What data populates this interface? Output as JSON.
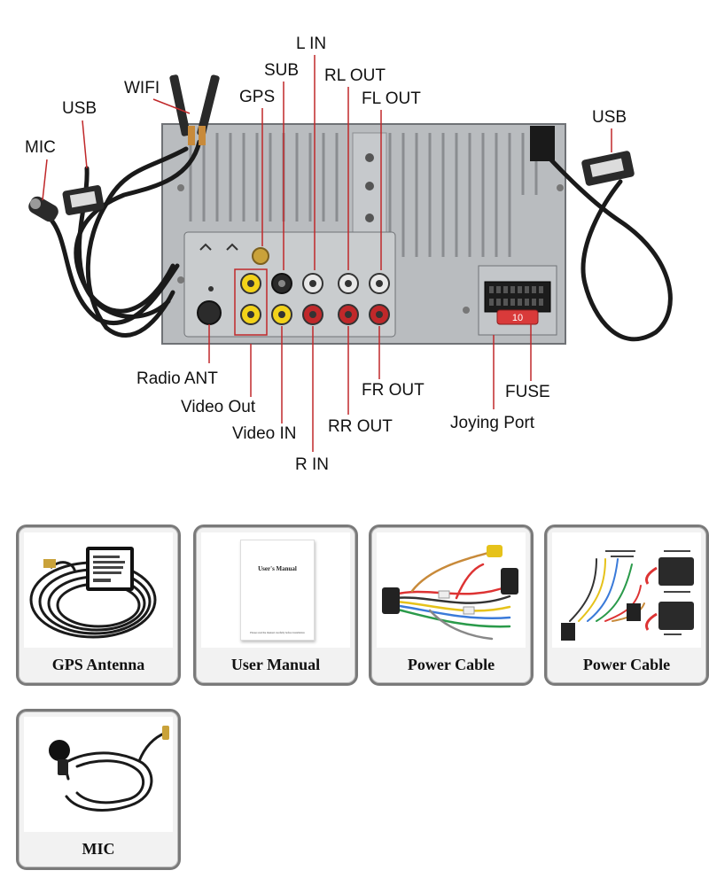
{
  "diagram_labels": {
    "l_in": "L IN",
    "sub": "SUB",
    "rl_out": "RL OUT",
    "wifi": "WIFI",
    "gps": "GPS",
    "fl_out": "FL OUT",
    "usb_left": "USB",
    "usb_right": "USB",
    "mic": "MIC",
    "radio_ant": "Radio ANT",
    "video_out": "Video Out",
    "video_in": "Video IN",
    "r_in": "R IN",
    "rr_out": "RR OUT",
    "fr_out": "FR OUT",
    "fuse": "FUSE",
    "joying_port": "Joying Port"
  },
  "fuse_text": "10",
  "accessories": [
    {
      "caption": "GPS Antenna"
    },
    {
      "caption": "User Manual"
    },
    {
      "caption": "Power Cable"
    },
    {
      "caption": "Power Cable"
    },
    {
      "caption": "MIC"
    }
  ],
  "manual_cover": {
    "title": "User's Manual",
    "footer": "Please read the manual carefully before installation"
  },
  "colors": {
    "panel": "#b9bcbf",
    "panel_dark": "#8a8d90",
    "cable": "#1a1a1a",
    "rca_yellow": "#f2d21a",
    "rca_red": "#c0282a",
    "rca_white": "#e8e8e8",
    "fuse_red": "#d93a3a"
  }
}
